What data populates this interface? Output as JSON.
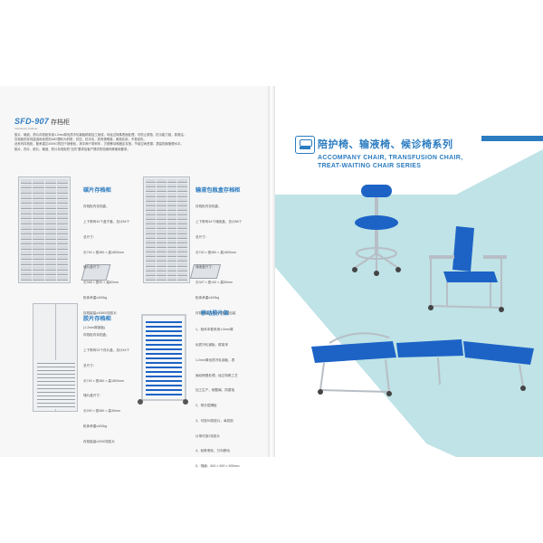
{
  "left_page": {
    "model_code": "SFD-907",
    "model_name": "存档柜",
    "model_sub": "Instrument Cabinet",
    "intro_lines": [
      "胶片、输液、药片存档柜采用1.2mm厚优质冷轧钢板精制加工而成，均经过特殊表面处理，可防止锈蚀，抗污能力强，易清洁。",
      "存档柜的存档盒选用优质的ABS塑料为材质，抗压、抗冲击，具有透明感，美观实用，不易变形。",
      "此系列存档柜，配承重达400KG的四个静音轮，其中两个带刹车，方便移动和固定存放，节省空间资源，提高档案管理水平。",
      "胶片、药片、胶片、输液、药片存档柜的“五防”要求及客户提供的档案特殊使用要求。"
    ],
    "products": [
      {
        "title": "碳片存档柜",
        "specs": [
          "存档柜内存档盒，",
          "上下带有42个盒子盖，总计84个",
          "总尺寸：",
          "长740 × 宽380 × 高1800mm",
          "储片盒尺寸：",
          "长348 × 宽90 × 高82mm",
          "柜体承重≤400kg",
          "存档能量≥40800张胶片",
          "(1.2mm厚钢板)"
        ]
      },
      {
        "title": "输液包瓶盒存档柜",
        "specs": [
          "存档柜内存档盒，",
          "上下带有44个储液盒，总计88个",
          "总尺寸：",
          "长740 × 宽380 × 高1800mm",
          "储液盒尺寸：",
          "长347 × 宽140 × 高50mm",
          "柜体承重≤400kg",
          "存档能量≥28000张输液包装"
        ]
      },
      {
        "title": "胶片存档柜",
        "specs": [
          "存档柜内存档盒，",
          "上下带有22个存片盒，总计44个",
          "总尺寸：",
          "长740 × 宽380 × 高1800mm",
          "储片盒尺寸：",
          "长200 × 宽380 × 高30mm",
          "柜体承重≤400kg",
          "存档能量≥2000张胶片"
        ]
      },
      {
        "title": "移动胶片架",
        "specs": [
          "1、柜体本框采用1.0mm厚",
          "优质冷轧钢板，框架采",
          "1.2mm厚优质冷轧钢板，表",
          "面经喷塑处理，经过特殊工艺",
          "加工生产，耐酸碱，防腐蚀",
          "2、带分层隔板",
          "3、可放50张胶片，每张胶",
          "片带可放2张胶片",
          "4、轮移滚轮，万向移动",
          "5、规格：600 × 500 × 900mm"
        ]
      }
    ]
  },
  "right_page": {
    "title_cn": "陪护椅、输液椅、候诊椅系列",
    "title_en_line1": "ACCOMPANY CHAIR, TRANSFUSION CHAIR,",
    "title_en_line2": "TREAT-WAITING CHAIR SERIES",
    "badge_icon": "chair-logo-icon"
  },
  "colors": {
    "brand_blue": "#2b7cc0",
    "teal_band": "#bfe3e6",
    "upholstery_blue": "#1d63c6"
  }
}
